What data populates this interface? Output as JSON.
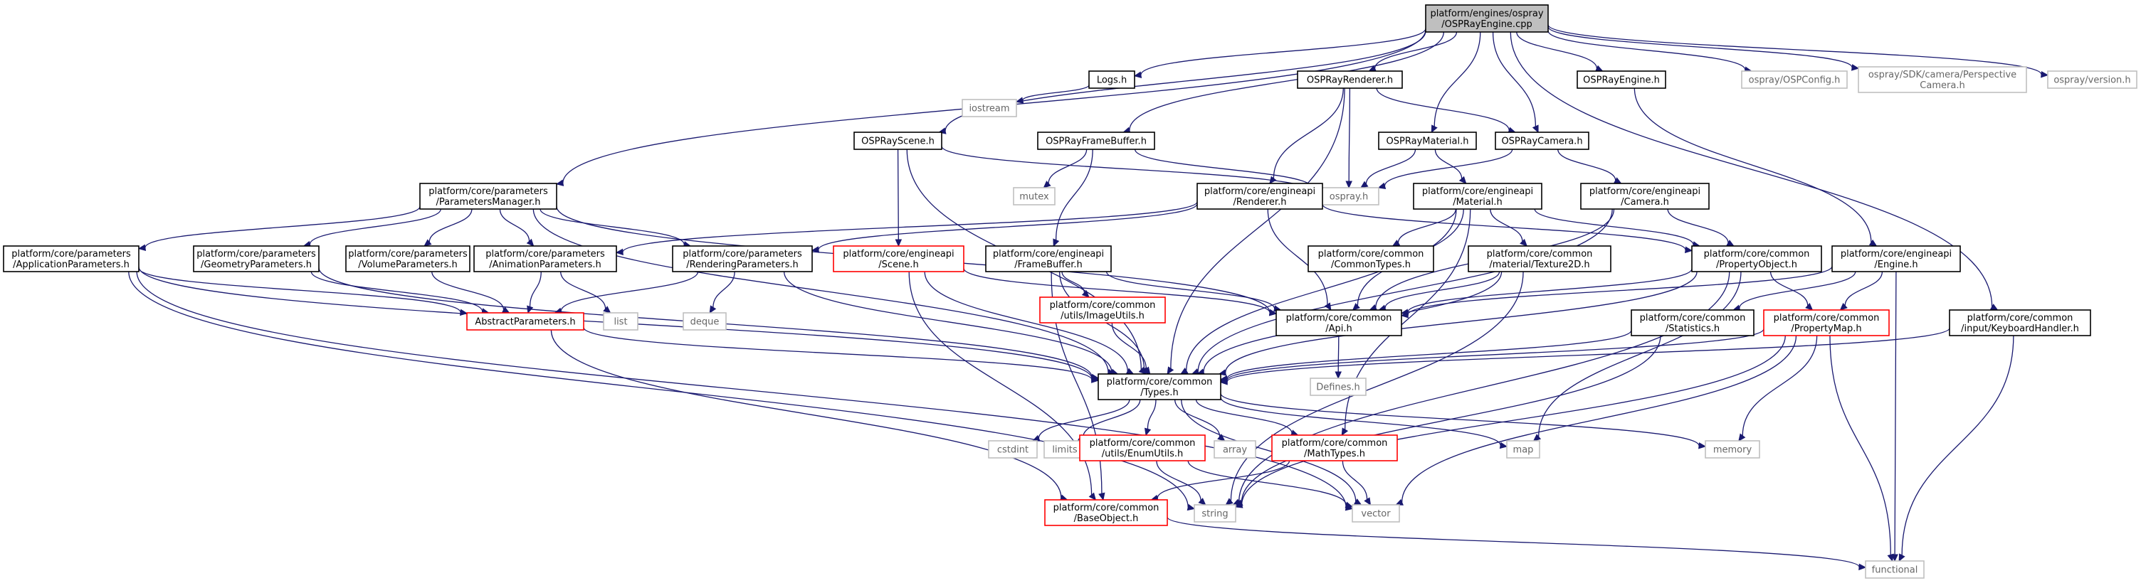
{
  "colors": {
    "root_fill": "#bfbfbf",
    "root_border": "#000000",
    "documented_border": "#000000",
    "truncated_border": "#ff0000",
    "external_border": "#bfbfbf",
    "external_text": "#666666",
    "text": "#000000",
    "edge": "#191970"
  },
  "nodes": [
    {
      "id": "root",
      "kind": "root",
      "lines": [
        "platform/engines/ospray",
        "/OSPRayEngine.cpp"
      ]
    },
    {
      "id": "logs",
      "kind": "normal",
      "lines": [
        "Logs.h"
      ]
    },
    {
      "id": "iostream",
      "kind": "external",
      "lines": [
        "iostream"
      ]
    },
    {
      "id": "osprenderer",
      "kind": "normal",
      "lines": [
        "OSPRayRenderer.h"
      ]
    },
    {
      "id": "ospengine",
      "kind": "normal",
      "lines": [
        "OSPRayEngine.h"
      ]
    },
    {
      "id": "ospconfig",
      "kind": "external",
      "lines": [
        "ospray/OSPConfig.h"
      ]
    },
    {
      "id": "perspcam",
      "kind": "external",
      "lines": [
        "ospray/SDK/camera/Perspective",
        "Camera.h"
      ]
    },
    {
      "id": "version",
      "kind": "external",
      "lines": [
        "ospray/version.h"
      ]
    },
    {
      "id": "ospscene",
      "kind": "normal",
      "lines": [
        "OSPRayScene.h"
      ]
    },
    {
      "id": "ospfb",
      "kind": "normal",
      "lines": [
        "OSPRayFrameBuffer.h"
      ]
    },
    {
      "id": "ospmaterial",
      "kind": "normal",
      "lines": [
        "OSPRayMaterial.h"
      ]
    },
    {
      "id": "ospcamera",
      "kind": "normal",
      "lines": [
        "OSPRayCamera.h"
      ]
    },
    {
      "id": "mutex",
      "kind": "external",
      "lines": [
        "mutex"
      ]
    },
    {
      "id": "ospray",
      "kind": "external",
      "lines": [
        "ospray.h"
      ]
    },
    {
      "id": "pm",
      "kind": "normal",
      "lines": [
        "platform/core/parameters",
        "/ParametersManager.h"
      ]
    },
    {
      "id": "erenderer",
      "kind": "normal",
      "lines": [
        "platform/core/engineapi",
        "/Renderer.h"
      ]
    },
    {
      "id": "ematerial",
      "kind": "normal",
      "lines": [
        "platform/core/engineapi",
        "/Material.h"
      ]
    },
    {
      "id": "ecamera",
      "kind": "normal",
      "lines": [
        "platform/core/engineapi",
        "/Camera.h"
      ]
    },
    {
      "id": "appparams",
      "kind": "normal",
      "lines": [
        "platform/core/parameters",
        "/ApplicationParameters.h"
      ]
    },
    {
      "id": "geoparams",
      "kind": "normal",
      "lines": [
        "platform/core/parameters",
        "/GeometryParameters.h"
      ]
    },
    {
      "id": "volparams",
      "kind": "normal",
      "lines": [
        "platform/core/parameters",
        "/VolumeParameters.h"
      ]
    },
    {
      "id": "animparams",
      "kind": "normal",
      "lines": [
        "platform/core/parameters",
        "/AnimationParameters.h"
      ]
    },
    {
      "id": "rendparams",
      "kind": "normal",
      "lines": [
        "platform/core/parameters",
        "/RenderingParameters.h"
      ]
    },
    {
      "id": "escene",
      "kind": "truncated",
      "lines": [
        "platform/core/engineapi",
        "/Scene.h"
      ]
    },
    {
      "id": "efb",
      "kind": "normal",
      "lines": [
        "platform/core/engineapi",
        "/FrameBuffer.h"
      ]
    },
    {
      "id": "commontypes",
      "kind": "normal",
      "lines": [
        "platform/core/common",
        "/CommonTypes.h"
      ]
    },
    {
      "id": "texture2d",
      "kind": "normal",
      "lines": [
        "platform/core/common",
        "/material/Texture2D.h"
      ]
    },
    {
      "id": "propobj",
      "kind": "normal",
      "lines": [
        "platform/core/common",
        "/PropertyObject.h"
      ]
    },
    {
      "id": "eengine",
      "kind": "normal",
      "lines": [
        "platform/core/engineapi",
        "/Engine.h"
      ]
    },
    {
      "id": "abstractparams",
      "kind": "truncated",
      "lines": [
        "AbstractParameters.h"
      ]
    },
    {
      "id": "list",
      "kind": "external",
      "lines": [
        "list"
      ]
    },
    {
      "id": "deque",
      "kind": "external",
      "lines": [
        "deque"
      ]
    },
    {
      "id": "imageutils",
      "kind": "truncated",
      "lines": [
        "platform/core/common",
        "/utils/ImageUtils.h"
      ]
    },
    {
      "id": "api",
      "kind": "normal",
      "lines": [
        "platform/core/common",
        "/Api.h"
      ]
    },
    {
      "id": "statistics",
      "kind": "normal",
      "lines": [
        "platform/core/common",
        "/Statistics.h"
      ]
    },
    {
      "id": "propmap",
      "kind": "truncated",
      "lines": [
        "platform/core/common",
        "/PropertyMap.h"
      ]
    },
    {
      "id": "keyboard",
      "kind": "normal",
      "lines": [
        "platform/core/common",
        "/input/KeyboardHandler.h"
      ]
    },
    {
      "id": "defines",
      "kind": "external",
      "lines": [
        "Defines.h"
      ]
    },
    {
      "id": "types",
      "kind": "normal",
      "lines": [
        "platform/core/common",
        "/Types.h"
      ]
    },
    {
      "id": "cstdint",
      "kind": "external",
      "lines": [
        "cstdint"
      ]
    },
    {
      "id": "limits",
      "kind": "external",
      "lines": [
        "limits"
      ]
    },
    {
      "id": "enumutils",
      "kind": "truncated",
      "lines": [
        "platform/core/common",
        "/utils/EnumUtils.h"
      ]
    },
    {
      "id": "array",
      "kind": "external",
      "lines": [
        "array"
      ]
    },
    {
      "id": "mathtypes",
      "kind": "truncated",
      "lines": [
        "platform/core/common",
        "/MathTypes.h"
      ]
    },
    {
      "id": "map",
      "kind": "external",
      "lines": [
        "map"
      ]
    },
    {
      "id": "memory",
      "kind": "external",
      "lines": [
        "memory"
      ]
    },
    {
      "id": "string",
      "kind": "external",
      "lines": [
        "string"
      ]
    },
    {
      "id": "vector",
      "kind": "external",
      "lines": [
        "vector"
      ]
    },
    {
      "id": "baseobject",
      "kind": "truncated",
      "lines": [
        "platform/core/common",
        "/BaseObject.h"
      ]
    },
    {
      "id": "functional",
      "kind": "external",
      "lines": [
        "functional"
      ]
    }
  ],
  "edges": [
    [
      "root",
      "logs"
    ],
    [
      "root",
      "osprenderer"
    ],
    [
      "root",
      "ospengine"
    ],
    [
      "root",
      "ospconfig"
    ],
    [
      "root",
      "perspcam"
    ],
    [
      "root",
      "version"
    ],
    [
      "root",
      "ospscene"
    ],
    [
      "root",
      "ospfb"
    ],
    [
      "root",
      "ospmaterial"
    ],
    [
      "root",
      "ospcamera"
    ],
    [
      "root",
      "pm"
    ],
    [
      "root",
      "keyboard"
    ],
    [
      "logs",
      "iostream"
    ],
    [
      "osprenderer",
      "ospray"
    ],
    [
      "osprenderer",
      "erenderer"
    ],
    [
      "osprenderer",
      "ospcamera"
    ],
    [
      "osprenderer",
      "types"
    ],
    [
      "ospengine",
      "eengine"
    ],
    [
      "ospscene",
      "ospray"
    ],
    [
      "ospscene",
      "escene"
    ],
    [
      "ospscene",
      "types"
    ],
    [
      "ospfb",
      "mutex"
    ],
    [
      "ospfb",
      "ospray"
    ],
    [
      "ospfb",
      "efb"
    ],
    [
      "ospmaterial",
      "ospray"
    ],
    [
      "ospmaterial",
      "ematerial"
    ],
    [
      "ospcamera",
      "ospray"
    ],
    [
      "ospcamera",
      "ecamera"
    ],
    [
      "pm",
      "appparams"
    ],
    [
      "pm",
      "geoparams"
    ],
    [
      "pm",
      "volparams"
    ],
    [
      "pm",
      "animparams"
    ],
    [
      "pm",
      "rendparams"
    ],
    [
      "pm",
      "api"
    ],
    [
      "pm",
      "types"
    ],
    [
      "erenderer",
      "animparams"
    ],
    [
      "erenderer",
      "rendparams"
    ],
    [
      "erenderer",
      "api"
    ],
    [
      "erenderer",
      "propobj"
    ],
    [
      "ematerial",
      "commontypes"
    ],
    [
      "ematerial",
      "texture2d"
    ],
    [
      "ematerial",
      "propobj"
    ],
    [
      "ematerial",
      "api"
    ],
    [
      "ematerial",
      "types"
    ],
    [
      "ematerial",
      "mathtypes"
    ],
    [
      "ecamera",
      "propobj"
    ],
    [
      "ecamera",
      "api"
    ],
    [
      "ecamera",
      "types"
    ],
    [
      "appparams",
      "abstractparams"
    ],
    [
      "appparams",
      "types"
    ],
    [
      "appparams",
      "string"
    ],
    [
      "appparams",
      "vector"
    ],
    [
      "geoparams",
      "abstractparams"
    ],
    [
      "geoparams",
      "types"
    ],
    [
      "volparams",
      "abstractparams"
    ],
    [
      "animparams",
      "abstractparams"
    ],
    [
      "animparams",
      "list"
    ],
    [
      "rendparams",
      "abstractparams"
    ],
    [
      "rendparams",
      "deque"
    ],
    [
      "rendparams",
      "types"
    ],
    [
      "escene",
      "api"
    ],
    [
      "escene",
      "types"
    ],
    [
      "escene",
      "baseobject"
    ],
    [
      "efb",
      "imageutils"
    ],
    [
      "efb",
      "api"
    ],
    [
      "efb",
      "types"
    ],
    [
      "efb",
      "baseobject"
    ],
    [
      "texture2d",
      "api"
    ],
    [
      "texture2d",
      "types"
    ],
    [
      "texture2d",
      "string"
    ],
    [
      "propobj",
      "propmap"
    ],
    [
      "propobj",
      "api"
    ],
    [
      "propobj",
      "types"
    ],
    [
      "propobj",
      "map"
    ],
    [
      "propobj",
      "string"
    ],
    [
      "eengine",
      "statistics"
    ],
    [
      "eengine",
      "propmap"
    ],
    [
      "eengine",
      "api"
    ],
    [
      "eengine",
      "functional"
    ],
    [
      "abstractparams",
      "types"
    ],
    [
      "abstractparams",
      "baseobject"
    ],
    [
      "imageutils",
      "types"
    ],
    [
      "api",
      "defines"
    ],
    [
      "statistics",
      "types"
    ],
    [
      "statistics",
      "string"
    ],
    [
      "propmap",
      "types"
    ],
    [
      "propmap",
      "memory"
    ],
    [
      "propmap",
      "string"
    ],
    [
      "propmap",
      "vector"
    ],
    [
      "propmap",
      "functional"
    ],
    [
      "keyboard",
      "types"
    ],
    [
      "keyboard",
      "functional"
    ],
    [
      "types",
      "cstdint"
    ],
    [
      "types",
      "limits"
    ],
    [
      "types",
      "enumutils"
    ],
    [
      "types",
      "array"
    ],
    [
      "types",
      "mathtypes"
    ],
    [
      "types",
      "map"
    ],
    [
      "types",
      "memory"
    ],
    [
      "types",
      "vector"
    ],
    [
      "enumutils",
      "string"
    ],
    [
      "enumutils",
      "vector"
    ],
    [
      "mathtypes",
      "vector"
    ],
    [
      "mathtypes",
      "baseobject"
    ],
    [
      "baseobject",
      "functional"
    ]
  ]
}
